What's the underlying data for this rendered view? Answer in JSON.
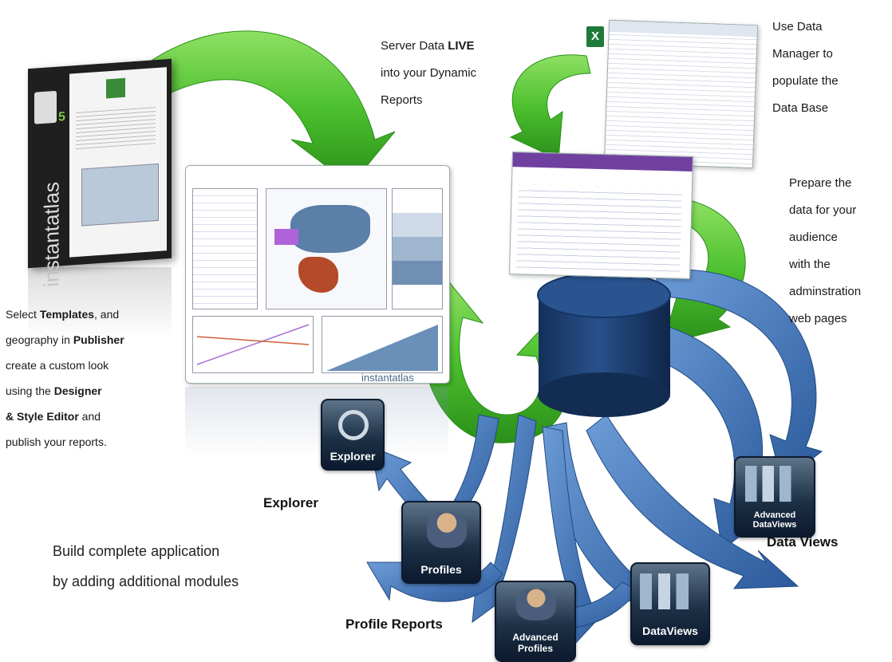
{
  "captions": {
    "server": {
      "pre": "Server Data ",
      "bold": "LIVE",
      "line2": "into your Dynamic",
      "line3": "Reports"
    },
    "datamanager": [
      "Use Data",
      "Manager to",
      "populate the",
      "Data Base"
    ],
    "prepare": [
      "Prepare the",
      "data for your",
      "audience",
      "with the",
      "adminstration",
      "web pages"
    ],
    "publisher": {
      "l1_pre": "Select ",
      "l1_bold": "Templates",
      "l1_post": ", and",
      "l2_pre": "geography in ",
      "l2_bold": "Publisher",
      "l3": "create a custom look",
      "l4_pre": "using the ",
      "l4_bold": "Designer",
      "l5_bold": "& Style Editor",
      "l5_post": " and",
      "l6": "publish your reports."
    },
    "build": [
      "Build complete application",
      "by adding additional modules"
    ]
  },
  "labels": {
    "explorer": "Explorer",
    "profile_reports": "Profile Reports",
    "data_views": "Data Views"
  },
  "tiles": {
    "explorer": "Explorer",
    "profiles": "Profiles",
    "advanced_profiles": "Advanced Profiles",
    "dataviews": "DataViews",
    "advanced_dataviews": "Advanced DataViews"
  },
  "brand": {
    "vertical": "instantatlas",
    "badge": "5",
    "footer": "instantatlas"
  },
  "colors": {
    "green_arrow": "#4cc02e",
    "blue_arrow": "#3f72b4",
    "database": "#1c3c66"
  }
}
